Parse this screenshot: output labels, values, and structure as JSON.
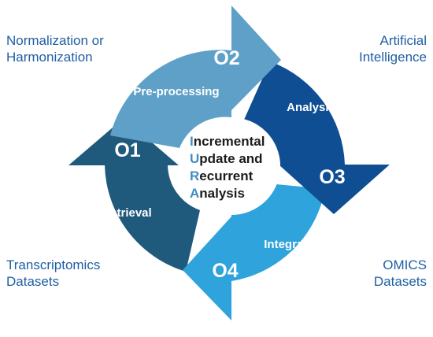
{
  "corners": {
    "top_left": [
      "Normalization or",
      "Harmonization"
    ],
    "top_right": [
      "Artificial",
      "Intelligence"
    ],
    "bottom_left": [
      "Transcriptomics",
      "Datasets"
    ],
    "bottom_right": [
      "OMICS",
      "Datasets"
    ]
  },
  "steps": [
    {
      "id": "O1",
      "label": "Retrieval",
      "color": "#1f5a7d"
    },
    {
      "id": "O2",
      "label": "Pre-processing",
      "color": "#5ea0c8"
    },
    {
      "id": "O3",
      "label": "Analysis",
      "color": "#0f4e92"
    },
    {
      "id": "O4",
      "label": "Integration",
      "color": "#2fa3dc"
    }
  ],
  "center": {
    "lines": [
      {
        "initial": "I",
        "rest": "ncremental"
      },
      {
        "initial": "U",
        "rest": "pdate and"
      },
      {
        "initial": "R",
        "rest": "ecurrent"
      },
      {
        "initial": "A",
        "rest": "nalysis"
      }
    ],
    "initial_color": "#3f8fc4"
  }
}
